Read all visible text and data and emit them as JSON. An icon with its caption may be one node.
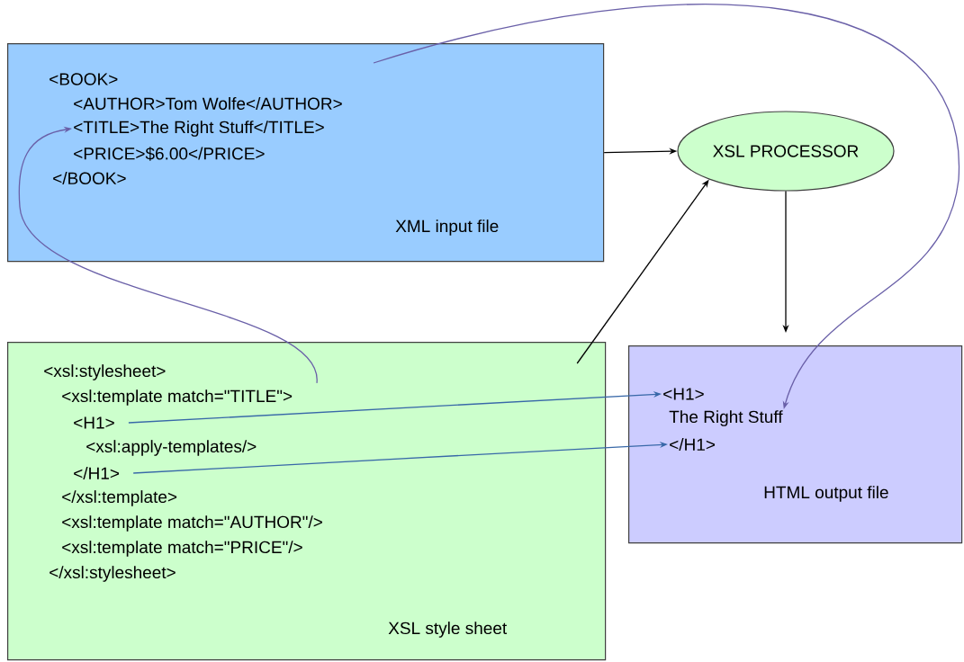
{
  "diagram": {
    "nodes": [
      {
        "text": [
          "XML input file"
        ]
      },
      {
        "text": [
          "<BOOK>"
        ],
        "in": 0
      },
      {
        "text": [
          "<AUTHOR>Tom Wolfe</AUTHOR>"
        ],
        "in": 0
      },
      {
        "text": [
          "<TITLE>The Right Stuff</TITLE>"
        ],
        "in": 0
      },
      {
        "text": [
          "<PRICE>$6.00</PRICE>"
        ],
        "in": 0
      },
      {
        "text": [
          "</BOOK>"
        ],
        "in": 0
      },
      {
        "text": [
          "XSL PROCESSOR"
        ]
      },
      {
        "text": [
          "XSL style sheet"
        ]
      },
      {
        "text": [
          "<xsl:stylesheet>"
        ],
        "in": 7
      },
      {
        "text": [
          "<xsl:template match=\"TITLE\">"
        ],
        "in": 7
      },
      {
        "text": [
          "<H1>"
        ],
        "in": 7
      },
      {
        "text": [
          "<xsl:apply-templates/>"
        ],
        "in": 7
      },
      {
        "text": [
          "</H1>"
        ],
        "in": 7
      },
      {
        "text": [
          "</xsl:template>"
        ],
        "in": 7
      },
      {
        "text": [
          "<xsl:template match=\"AUTHOR\"/>"
        ],
        "in": 7
      },
      {
        "text": [
          "<xsl:template match=\"PRICE\"/>"
        ],
        "in": 7
      },
      {
        "text": [
          "</xsl:stylesheet>"
        ],
        "in": 7
      },
      {
        "text": [
          "HTML output file"
        ]
      },
      {
        "text": [
          "<H1>"
        ],
        "in": 17
      },
      {
        "text": [
          "The Right Stuff"
        ],
        "in": 17
      },
      {
        "text": [
          "</H1>"
        ],
        "in": 17
      }
    ],
    "edges": [
      {
        "from": 0,
        "to": 6,
        "arrow": "to"
      },
      {
        "from": 7,
        "to": 6,
        "arrow": "to"
      },
      {
        "from": 6,
        "to": 17,
        "arrow": "to"
      },
      {
        "from": 9,
        "to": 3,
        "arrow": "to",
        "color": "#6a60a8"
      },
      {
        "from": 0,
        "to": 19,
        "arrow": "to",
        "color": "#6a60a8"
      },
      {
        "from": 10,
        "to": 18,
        "arrow": "to",
        "color": "#3868a8"
      },
      {
        "from": 12,
        "to": 20,
        "arrow": "to",
        "color": "#3868a8"
      }
    ]
  }
}
